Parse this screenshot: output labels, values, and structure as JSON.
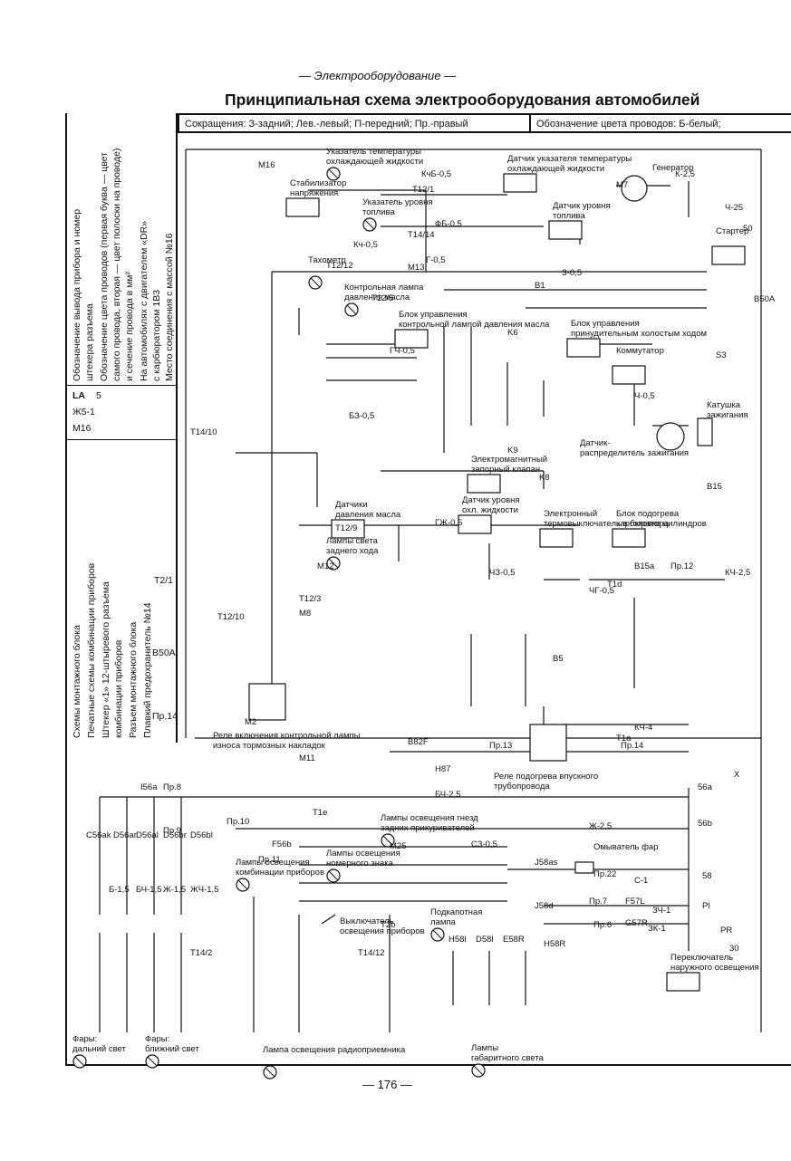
{
  "header": {
    "running_head": "— Электрооборудование —",
    "title": "Принципиальная схема электрооборудования автомобилей"
  },
  "abbreviations": {
    "left": "Сокращения: З-задний; Лев.-левый; П-передний; Пр.-правый",
    "right": "Обозначение цвета проводов: Б-белый;"
  },
  "legend": {
    "notes": [
      "Обозначение вывода прибора и номер",
      "штекера разъема",
      "Обозначение цвета проводов (первая буква — цвет",
      "самого провода, вторая — цвет полоски на проводе)",
      "и сечение провода в мм²",
      "На автомобилях с двигателем «DR»",
      "с карбюратором 1В3",
      "Место соединения с массой №16"
    ],
    "symbols": [
      "LA",
      "5",
      "Ж5-1",
      "M16"
    ],
    "types": [
      "Схемы монтажного блока",
      "Печатные схемы комбинации приборов",
      "Штекер «1» 12-штыревого разъема",
      "комбинации приборов",
      "Разъем монтажного блока",
      "Плавкий предохранитель №14"
    ],
    "type_symbols": [
      "T2/1",
      "B50A",
      "Пр.14"
    ]
  },
  "components": [
    {
      "label": "Указатель температуры",
      "sub": "охлаждающей жидкости"
    },
    {
      "label": "Датчик указателя температуры",
      "sub": "охлаждающей жидкости"
    },
    {
      "label": "Генератор"
    },
    {
      "label": "Стабилизатор",
      "sub": "напряжения"
    },
    {
      "label": "Указатель уровня",
      "sub": "топлива"
    },
    {
      "label": "Датчик уровня",
      "sub": "топлива"
    },
    {
      "label": "Стартер"
    },
    {
      "label": "Тахометр"
    },
    {
      "label": "Контрольная лампа",
      "sub": "давления масла"
    },
    {
      "label": "Блок управления",
      "sub": "контрольной лампой давления масла"
    },
    {
      "label": "Блок управления",
      "sub": "принудительным холостым ходом"
    },
    {
      "label": "Коммутатор"
    },
    {
      "label": "Катушка",
      "sub": "зажигания"
    },
    {
      "label": "Датчик-",
      "sub": "распределитель зажигания"
    },
    {
      "label": "Электромагнитный",
      "sub": "запорный клапан"
    },
    {
      "label": "Датчики",
      "sub": "давления масла"
    },
    {
      "label": "Датчик уровня",
      "sub": "охл. жидкости"
    },
    {
      "label": "Электронный",
      "sub": "термовыключатель в головке цилиндров"
    },
    {
      "label": "Блок подогрева",
      "sub": "карбюратора"
    },
    {
      "label": "Лампы света",
      "sub": "заднего хода"
    },
    {
      "label": "Реле включения контрольной лампы",
      "sub": "износа тормозных накладок"
    },
    {
      "label": "Реле подогрева впускного",
      "sub": "трубопровода"
    },
    {
      "label": "Лампы освещения гнезд",
      "sub": "задних прикуривателей"
    },
    {
      "label": "Лампы освещения",
      "sub": "номерного знака"
    },
    {
      "label": "Лампы освещения",
      "sub": "комбинации приборов"
    },
    {
      "label": "Омыватель фар"
    },
    {
      "label": "Подкапотная",
      "sub": "лампа"
    },
    {
      "label": "Выключатель",
      "sub": "освещения приборов"
    },
    {
      "label": "Переключатель",
      "sub": "наружного освещения"
    },
    {
      "label": "Фары:",
      "sub": "дальний свет"
    },
    {
      "label": "Фары:",
      "sub": "ближний свет"
    },
    {
      "label": "Лампы",
      "sub": "габаритного света"
    },
    {
      "label": "Лампа освещения радиоприемника"
    }
  ],
  "terminals": [
    "M16",
    "M7",
    "M13",
    "M11",
    "M12",
    "M25",
    "M8",
    "M2",
    "T12/1",
    "T14/14",
    "T12/12",
    "T14/10",
    "T12/5",
    "T12/9",
    "T12/10",
    "T12/3",
    "T14/2",
    "T14/12",
    "T1d",
    "T1a",
    "T1e",
    "T2b",
    "K6",
    "K8",
    "K9",
    "B1",
    "B5",
    "B15",
    "B15a",
    "B50A",
    "B82F",
    "H87",
    "S3",
    "Пр.8",
    "Пр.9",
    "Пр.10",
    "Пр.11",
    "Пр.12",
    "Пр.13",
    "Пр.14",
    "Пр.22",
    "Пр.7",
    "Пр.6",
    "I56a",
    "56a",
    "56b",
    "58",
    "F57L",
    "G57R",
    "J58as",
    "J58d",
    "H58l",
    "D58l",
    "E58R",
    "H58R",
    "C56ak",
    "D56ar",
    "D56al",
    "D56br",
    "D56bl",
    "F56b",
    "30",
    "50",
    "PR",
    "Pl",
    "X"
  ],
  "wires": [
    "К-2,5",
    "Ч-25",
    "КчБ-0,5",
    "ФБ-0,5",
    "З-0,5",
    "Г-0,5",
    "ГЧ-0,5",
    "Кч-0,5",
    "БЗ-0,5",
    "Ч-0,5",
    "ГЖ-0,5",
    "ЧЗ-0,5",
    "ЧГ-0,5",
    "КЧ-2,5",
    "БЧ-2,5",
    "Ж-2,5",
    "СЗ-0,5",
    "С-1",
    "ЗЧ-1",
    "ЗК-1",
    "КЧ-4",
    "Б-1,5",
    "ЖЧ-1,5",
    "Ж-1,5",
    "БЧ-1,5"
  ],
  "page_number": "— 176 —"
}
